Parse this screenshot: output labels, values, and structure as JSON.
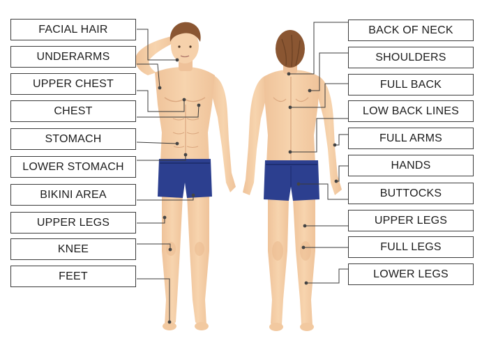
{
  "left_labels": [
    "FACIAL HAIR",
    "UNDERARMS",
    "UPPER CHEST",
    "CHEST",
    "STOMACH",
    "LOWER STOMACH",
    "BIKINI AREA",
    "UPPER LEGS",
    "KNEE",
    "FEET"
  ],
  "right_labels": [
    "BACK OF NECK",
    "SHOULDERS",
    "FULL BACK",
    "LOW BACK LINES",
    "FULL ARMS",
    "HANDS",
    "BUTTOCKS",
    "UPPER LEGS",
    "FULL LEGS",
    "LOWER LEGS"
  ],
  "colors": {
    "skin": "#f5cfa8",
    "skin_shade": "#e9b88c",
    "hair": "#8a5632",
    "shorts": "#2c3f8f",
    "shorts_dark": "#1f2f72",
    "line": "#3a3a3a",
    "dot": "#444444"
  }
}
